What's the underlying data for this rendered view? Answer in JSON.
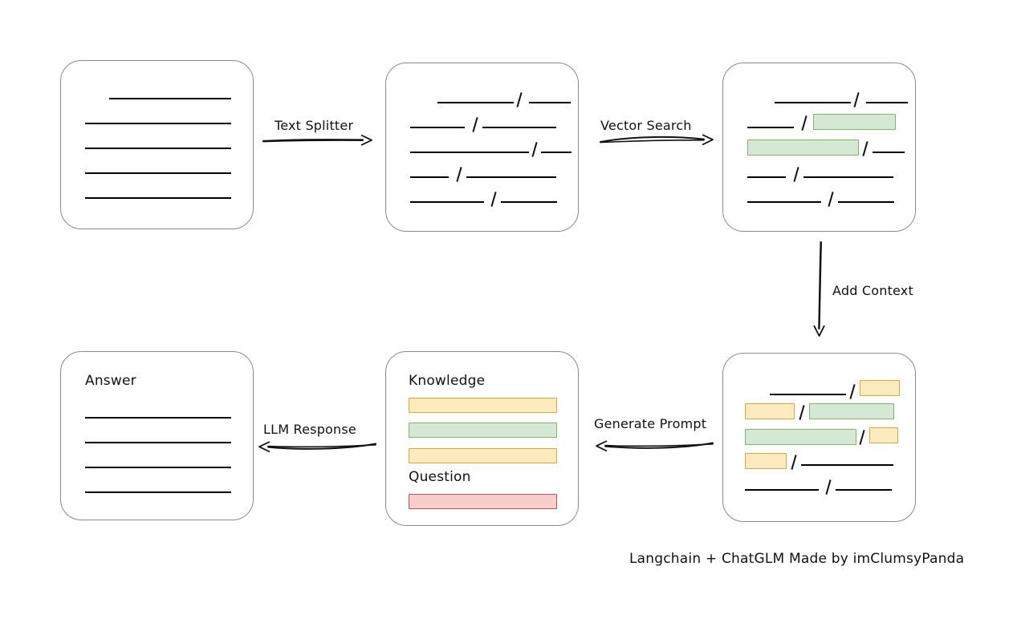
{
  "diagram": {
    "caption": "Langchain + ChatGLM Made by imClumsyPanda",
    "colors": {
      "green_fill": "#d5e8d4",
      "green_border": "#82b366",
      "yellow_fill": "#fdebbf",
      "yellow_border": "#d6a93a",
      "red_fill": "#f8cecc",
      "red_border": "#b85450",
      "card_border": "#8a8a8a",
      "line": "#000000"
    },
    "nodes": {
      "source_document": {
        "label": ""
      },
      "split_document": {
        "label": ""
      },
      "vector_matched_document": {
        "label": ""
      },
      "context_document": {
        "label": ""
      },
      "prompt": {
        "knowledge_label": "Knowledge",
        "question_label": "Question"
      },
      "answer": {
        "label": "Answer"
      }
    },
    "edges": [
      {
        "name": "text-splitter",
        "label": "Text Splitter",
        "direction": "right"
      },
      {
        "name": "vector-search",
        "label": "Vector Search",
        "direction": "right"
      },
      {
        "name": "add-context",
        "label": "Add Context",
        "direction": "down"
      },
      {
        "name": "generate-prompt",
        "label": "Generate Prompt",
        "direction": "left"
      },
      {
        "name": "llm-response",
        "label": "LLM Response",
        "direction": "left"
      }
    ]
  }
}
